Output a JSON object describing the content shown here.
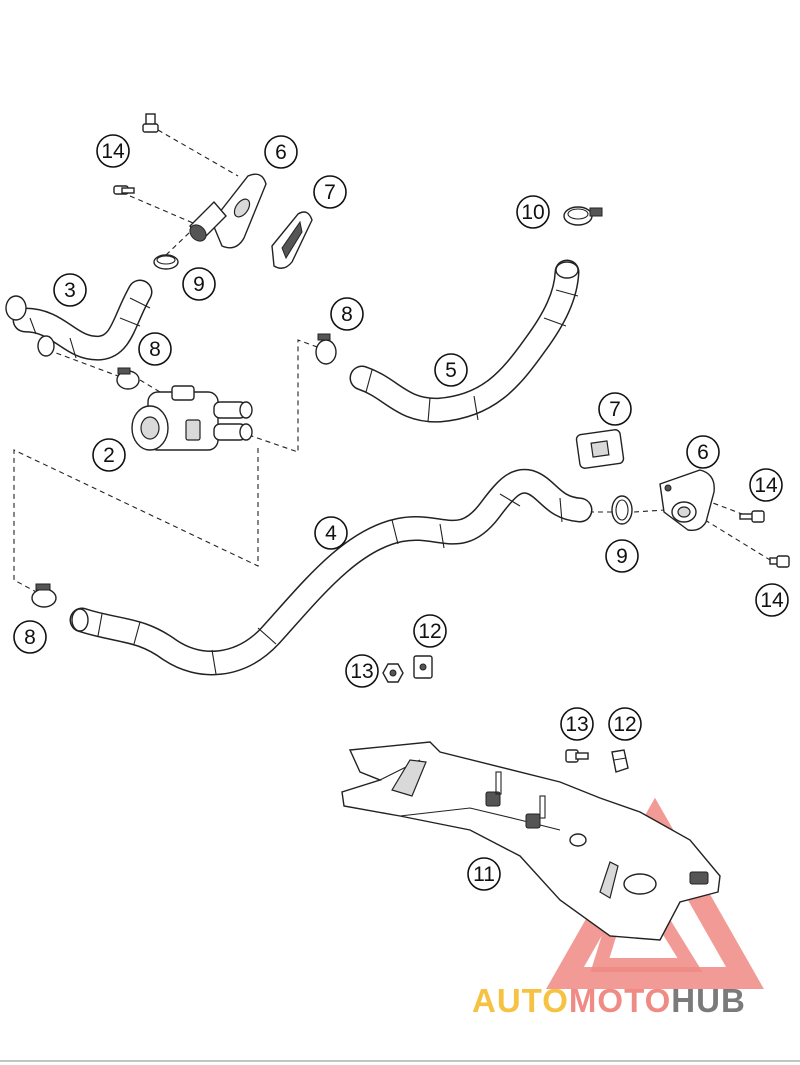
{
  "diagram": {
    "callouts": [
      {
        "id": "c14a",
        "label": "14"
      },
      {
        "id": "c6a",
        "label": "6"
      },
      {
        "id": "c7a",
        "label": "7"
      },
      {
        "id": "c10",
        "label": "10"
      },
      {
        "id": "c3",
        "label": "3"
      },
      {
        "id": "c9a",
        "label": "9"
      },
      {
        "id": "c8a",
        "label": "8"
      },
      {
        "id": "c8b",
        "label": "8"
      },
      {
        "id": "c5",
        "label": "5"
      },
      {
        "id": "c2",
        "label": "2"
      },
      {
        "id": "c7b",
        "label": "7"
      },
      {
        "id": "c6b",
        "label": "6"
      },
      {
        "id": "c14b",
        "label": "14"
      },
      {
        "id": "c4",
        "label": "4"
      },
      {
        "id": "c9b",
        "label": "9"
      },
      {
        "id": "c14c",
        "label": "14"
      },
      {
        "id": "c8c",
        "label": "8"
      },
      {
        "id": "c12a",
        "label": "12"
      },
      {
        "id": "c13a",
        "label": "13"
      },
      {
        "id": "c13b",
        "label": "13"
      },
      {
        "id": "c12b",
        "label": "12"
      },
      {
        "id": "c11",
        "label": "11"
      }
    ]
  },
  "watermark": {
    "word_part1": "AUTO",
    "word_part2": "MOTO",
    "word_part3": "HUB",
    "color_part1": "#f5c242",
    "color_part2": "#f08a84",
    "color_part3": "#7a7a7a"
  }
}
